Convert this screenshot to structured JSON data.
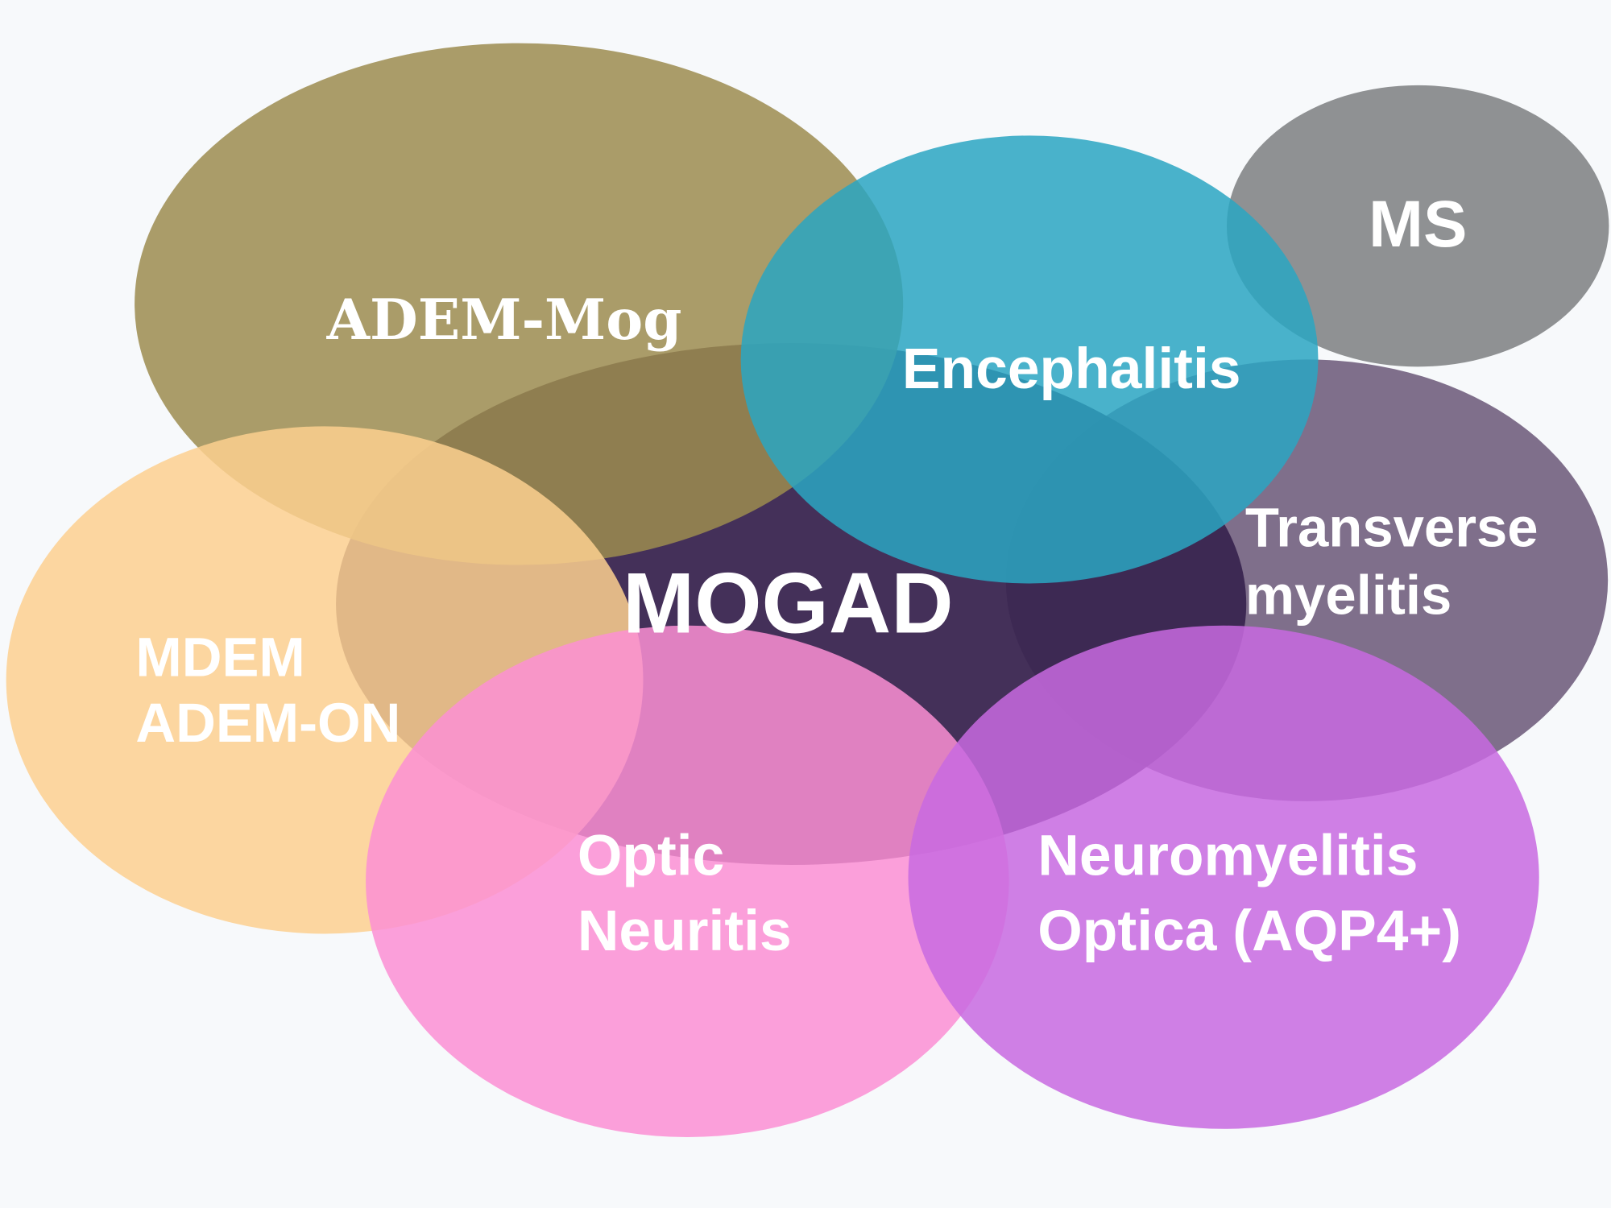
{
  "title": "MOGAD",
  "sets": [
    {
      "id": "transverse",
      "lines": [
        "Transverse",
        "myelitis"
      ],
      "color": "#6a5777"
    },
    {
      "id": "ms",
      "lines": [
        "MS"
      ],
      "color": "#7d7f80"
    },
    {
      "id": "mogad",
      "lines": [
        "MOGAD"
      ],
      "color": "#3a2550"
    },
    {
      "id": "adem-mog",
      "lines": [
        "ADEM-Mog"
      ],
      "color": "#9c8c4f"
    },
    {
      "id": "encephalitis",
      "lines": [
        "Encephalitis"
      ],
      "color": "#2aa6c2"
    },
    {
      "id": "mdem",
      "lines": [
        "MDEM",
        "ADEM-ON"
      ],
      "color": "#fdd08f"
    },
    {
      "id": "optic-neuritis",
      "lines": [
        "Optic",
        "Neuritis"
      ],
      "color": "#fb8fd3"
    },
    {
      "id": "nmo",
      "lines": [
        "Neuromyelitis",
        "Optica (AQP4+)"
      ],
      "color": "#c86ae0"
    }
  ]
}
